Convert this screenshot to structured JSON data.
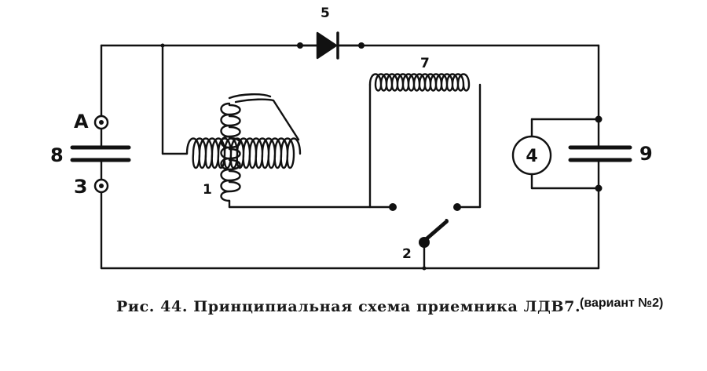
{
  "labels": {
    "terminal_A": "А",
    "terminal_Z": "З",
    "coil_1": "1",
    "switch_2": "2",
    "meter_4": "4",
    "diode_5": "5",
    "coil_7": "7",
    "capacitor_8": "8",
    "capacitor_9": "9"
  },
  "caption": {
    "main": "Рис. 44. Принципиальная схема приемника ЛДВ7.",
    "note": "(вариант №2)"
  },
  "colors": {
    "ink": "#111111",
    "background": "#ffffff"
  }
}
